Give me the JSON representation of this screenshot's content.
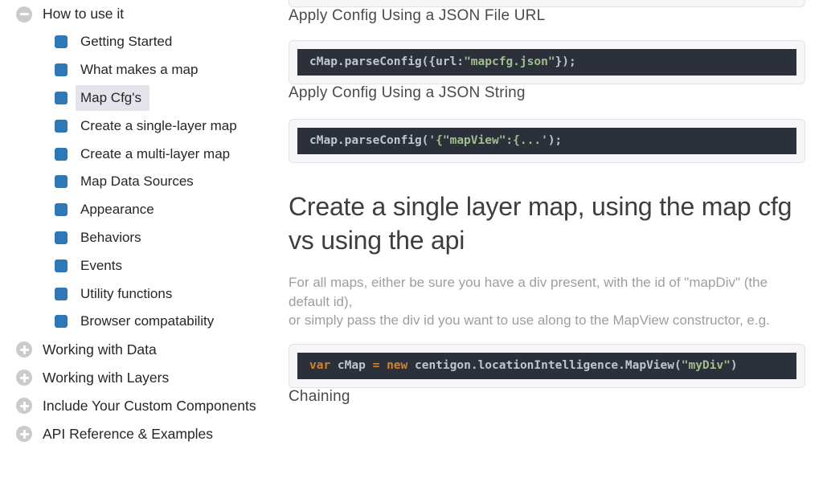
{
  "sidebar": {
    "sections": [
      {
        "label": "How to use it",
        "state": "expanded",
        "children": [
          {
            "label": "Getting Started",
            "selected": false
          },
          {
            "label": "What makes a map",
            "selected": false
          },
          {
            "label": "Map Cfg's",
            "selected": true
          },
          {
            "label": "Create a single-layer map",
            "selected": false
          },
          {
            "label": "Create a multi-layer map",
            "selected": false
          },
          {
            "label": "Map Data Sources",
            "selected": false
          },
          {
            "label": "Appearance",
            "selected": false
          },
          {
            "label": "Behaviors",
            "selected": false
          },
          {
            "label": "Events",
            "selected": false
          },
          {
            "label": "Utility functions",
            "selected": false
          },
          {
            "label": "Browser compatability",
            "selected": false
          }
        ]
      },
      {
        "label": "Working with Data",
        "state": "collapsed",
        "children": []
      },
      {
        "label": "Working with Layers",
        "state": "collapsed",
        "children": []
      },
      {
        "label": "Include Your Custom Components",
        "state": "collapsed",
        "children": []
      },
      {
        "label": "API Reference & Examples",
        "state": "collapsed",
        "children": []
      }
    ]
  },
  "content": {
    "section1_heading": "Apply Config Using a JSON File URL",
    "section2_heading": "Apply Config Using a JSON String",
    "main_heading": "Create a single layer map, using the map cfg vs using the api",
    "paragraph_line1": "For all maps, either be sure you have a div present, with the id of \"mapDiv\" (the default id),",
    "paragraph_line2": "or simply pass the div id you want to use along to the MapView constructor, e.g.",
    "section3_heading": "Chaining",
    "code_blocks": [
      {
        "name": "code-parse-config-url",
        "tokens": [
          {
            "text": "cMap.parseConfig({url:",
            "type": "plain"
          },
          {
            "text": "\"mapcfg.json\"",
            "type": "string"
          },
          {
            "text": "});",
            "type": "plain"
          }
        ]
      },
      {
        "name": "code-parse-config-string",
        "tokens": [
          {
            "text": "cMap.parseConfig(",
            "type": "plain"
          },
          {
            "text": "'{\"mapView\":{...'",
            "type": "string"
          },
          {
            "text": ");",
            "type": "plain"
          }
        ]
      },
      {
        "name": "code-mapview-constructor",
        "tokens": [
          {
            "text": "var",
            "type": "keyword"
          },
          {
            "text": " cMap ",
            "type": "plain"
          },
          {
            "text": "=",
            "type": "keyword"
          },
          {
            "text": " ",
            "type": "plain"
          },
          {
            "text": "new",
            "type": "keyword"
          },
          {
            "text": " centigon.locationIntelligence.MapView(",
            "type": "plain"
          },
          {
            "text": "\"myDiv\"",
            "type": "string"
          },
          {
            "text": ")",
            "type": "plain"
          }
        ]
      }
    ]
  },
  "colors": {
    "accent_blue": "#2e78b7",
    "toggle_gray": "#cbcbcb",
    "selected_item_background": "#e4e4ec",
    "code_panel_background": "#f7f7f9",
    "code_panel_border": "#e1e1e8",
    "code_background": "#2b303b",
    "code_text": "#c0c5ce",
    "code_string": "#a3be8c",
    "code_keyword": "#d0822f"
  },
  "icons": {
    "expanded": "minus-circle-icon",
    "collapsed": "plus-circle-icon",
    "child_bullet": "blue-square-bullet-icon"
  }
}
